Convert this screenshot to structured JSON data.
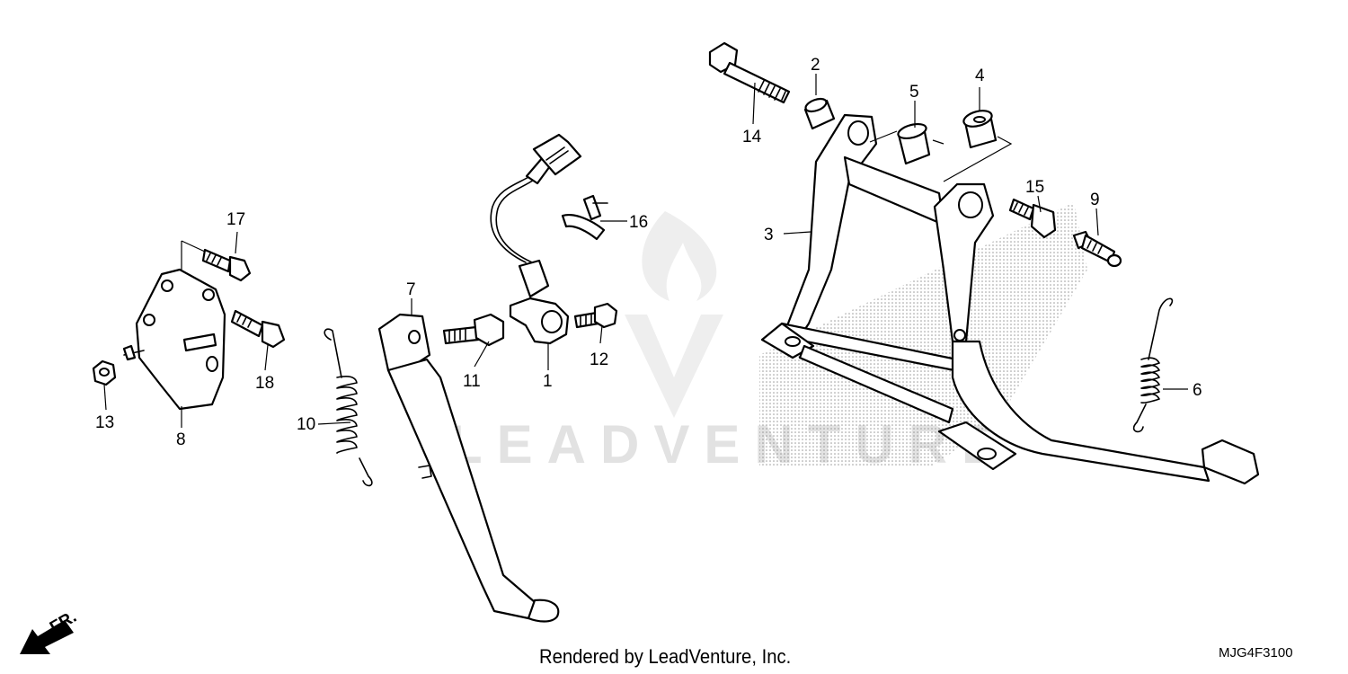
{
  "watermark": {
    "text": "LEADVENTURE"
  },
  "direction_label": "FR.",
  "callouts": {
    "c1": "1",
    "c2": "2",
    "c3": "3",
    "c4": "4",
    "c5": "5",
    "c6": "6",
    "c7": "7",
    "c8": "8",
    "c9": "9",
    "c10": "10",
    "c11": "11",
    "c12": "12",
    "c13": "13",
    "c14": "14",
    "c15": "15",
    "c16": "16",
    "c17": "17",
    "c18": "18"
  },
  "footer": {
    "credit": "Rendered by LeadVenture, Inc.",
    "diagram_code": "MJG4F3100"
  }
}
